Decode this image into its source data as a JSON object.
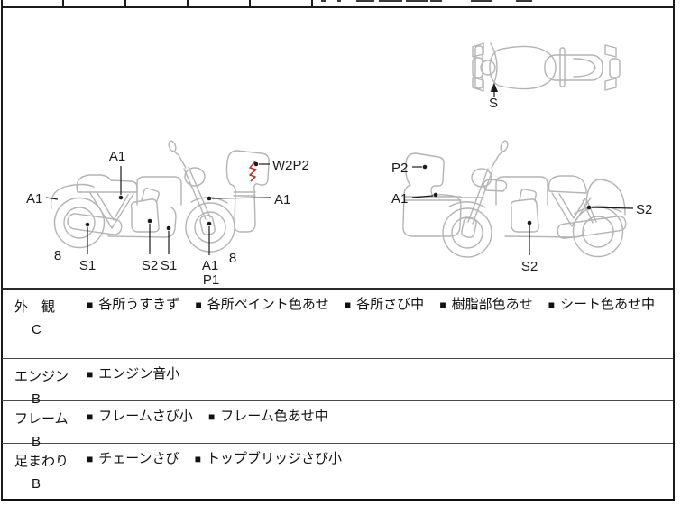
{
  "bullet": "■",
  "rows": [
    {
      "category": "外　観",
      "grade": "C",
      "items": [
        "各所うすきず",
        "各所ペイント色あせ",
        "各所さび中",
        "樹脂部色あせ",
        "シート色あせ中"
      ]
    },
    {
      "category": "エンジン",
      "grade": "B",
      "items": [
        "エンジン音小"
      ]
    },
    {
      "category": "フレーム",
      "grade": "B",
      "items": [
        "フレームさび小",
        "フレーム色あせ中"
      ]
    },
    {
      "category": "足まわり",
      "grade": "B",
      "items": [
        "チェーンさび",
        "トップブリッジさび小"
      ]
    }
  ],
  "diagram": {
    "top_view": {
      "s": "S"
    },
    "left_bike": {
      "a1_top": "A1",
      "a1_rear": "A1",
      "w2p2": "W2P2",
      "a1_front": "A1",
      "eight_left": "8",
      "s1_rear": "S1",
      "s2_mid": "S2",
      "s1_mid": "S1",
      "a1_fork": "A1",
      "p1_fork": "P1",
      "eight_right": "8"
    },
    "right_bike": {
      "p2": "P2",
      "a1_cowl": "A1",
      "s2_shock": "S2",
      "s2_engine": "S2"
    },
    "colors": {
      "outline": "#b4b4b4",
      "pointer": "#1a1a1a",
      "damage_mark": "#b5372e"
    }
  }
}
